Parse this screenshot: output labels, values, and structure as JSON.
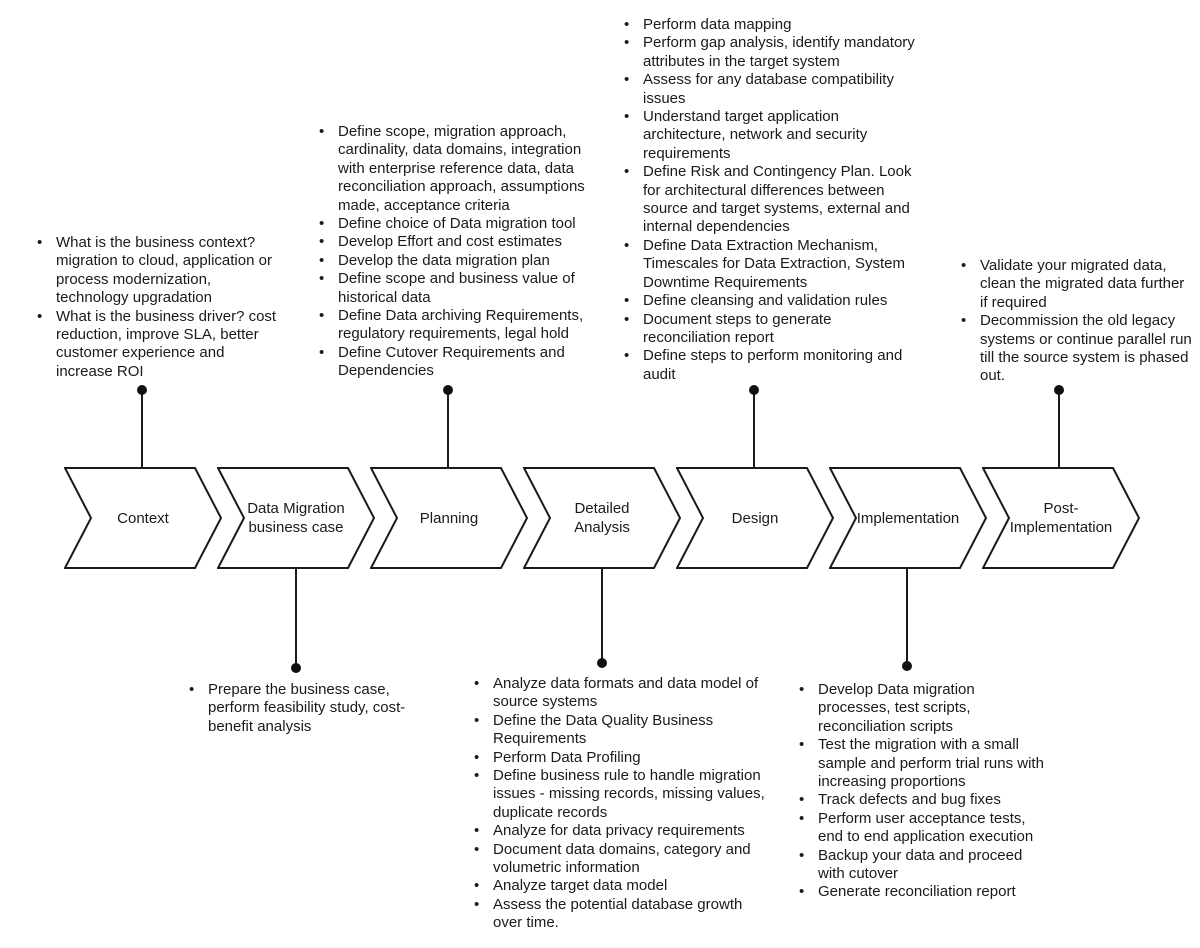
{
  "diagram": {
    "type": "process-chevron-flow",
    "colors": {
      "background": "#ffffff",
      "shape_fill": "#ffffff",
      "shape_stroke": "#1a1a1a",
      "text": "#1a1a1a",
      "connector": "#1a1a1a"
    },
    "stages": [
      {
        "label": "Context",
        "callout_position": "above",
        "items": [
          "What is the business context? migration to cloud, application or process modernization, technology upgradation",
          "What is the business driver? cost reduction, improve SLA, better customer experience and increase ROI"
        ]
      },
      {
        "label": "Data Migration business case",
        "callout_position": "below",
        "items": [
          "Prepare the business case, perform feasibility study, cost-benefit analysis"
        ]
      },
      {
        "label": "Planning",
        "callout_position": "above",
        "items": [
          "Define scope, migration approach, cardinality, data domains, integration with enterprise reference data, data reconciliation approach, assumptions made, acceptance criteria",
          "Define choice of Data migration tool",
          "Develop Effort and cost estimates",
          "Develop the data migration plan",
          "Define scope and business value of historical data",
          "Define Data archiving Requirements, regulatory requirements, legal hold",
          "Define Cutover Requirements and Dependencies"
        ]
      },
      {
        "label": "Detailed Analysis",
        "callout_position": "below",
        "items": [
          "Analyze data formats and data model of source systems",
          "Define the Data Quality Business Requirements",
          "Perform Data Profiling",
          "Define business rule to handle migration issues - missing records, missing values, duplicate records",
          "Analyze for data privacy requirements",
          "Document data domains, category and volumetric information",
          "Analyze target data model",
          "Assess the potential database growth over time."
        ]
      },
      {
        "label": "Design",
        "callout_position": "above",
        "items": [
          "Perform data mapping",
          "Perform gap analysis, identify mandatory attributes in the target system",
          "Assess for any database compatibility issues",
          "Understand target application architecture, network and security requirements",
          "Define Risk and Contingency Plan. Look for architectural differences between source and target systems, external and internal dependencies",
          "Define Data Extraction Mechanism, Timescales for Data Extraction, System Downtime Requirements",
          "Define cleansing and validation rules",
          "Document steps to generate reconciliation report",
          "Define steps to perform monitoring and audit"
        ]
      },
      {
        "label": "Implementation",
        "callout_position": "below",
        "items": [
          "Develop Data migration processes, test scripts, reconciliation scripts",
          "Test the migration with a small sample and perform trial runs with increasing proportions",
          "Track defects and bug fixes",
          "Perform user acceptance tests, end to end application execution",
          "Backup your data and proceed with cutover",
          "Generate reconciliation report"
        ]
      },
      {
        "label": "Post-Implementation",
        "callout_position": "above",
        "items": [
          "Validate your migrated data, clean the migrated data further if required",
          "Decommission the old legacy systems or continue parallel run till the source system is phased out."
        ]
      }
    ]
  }
}
